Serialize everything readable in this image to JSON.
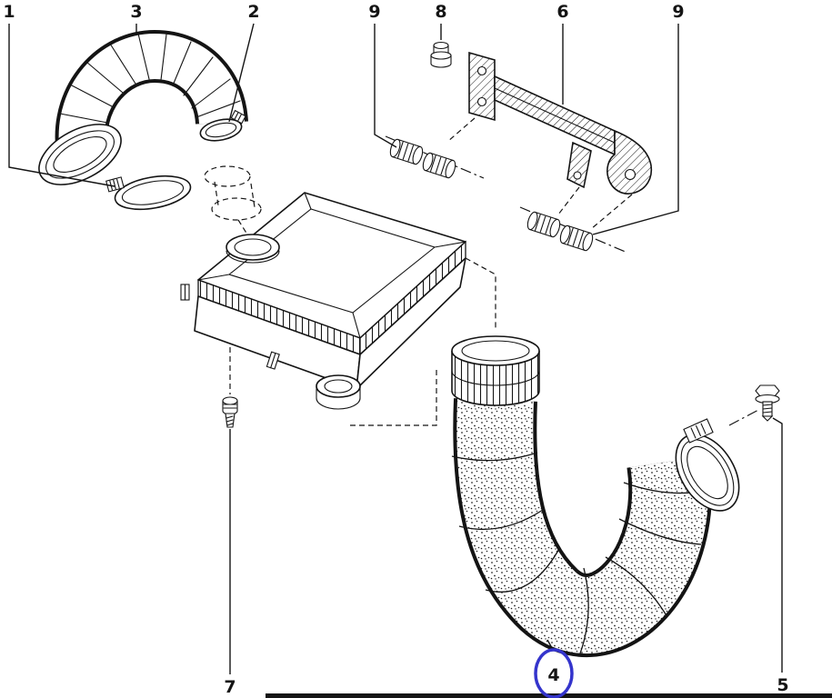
{
  "page": {
    "background": "#ffffff",
    "ink": "#141414"
  },
  "diagram": {
    "kind": "exploded-parts-line-drawing",
    "callouts": [
      {
        "label": "1",
        "position": "top-left"
      },
      {
        "label": "3",
        "position": "top"
      },
      {
        "label": "2",
        "position": "top"
      },
      {
        "label": "9",
        "position": "top"
      },
      {
        "label": "8",
        "position": "top"
      },
      {
        "label": "6",
        "position": "top"
      },
      {
        "label": "9",
        "position": "top-right"
      },
      {
        "label": "7",
        "position": "bottom-left"
      },
      {
        "label": "4",
        "position": "bottom-center",
        "highlighted": true
      },
      {
        "label": "5",
        "position": "bottom-right"
      }
    ],
    "highlight": {
      "label": "4",
      "shape": "ellipse",
      "color": "#3434cc"
    }
  }
}
